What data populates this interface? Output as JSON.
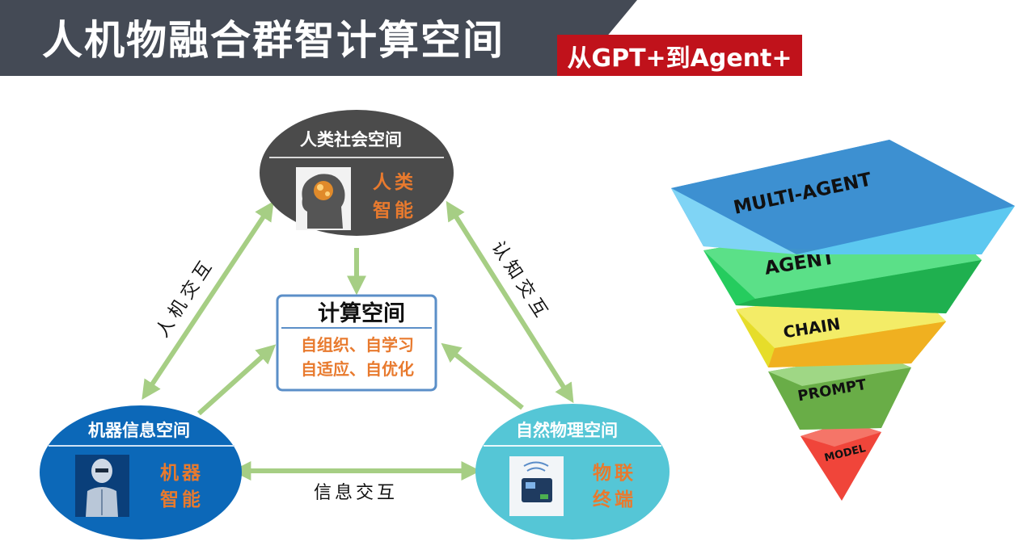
{
  "title": "人机物融合群智计算空间",
  "subtitle": "从GPT+到Agent+",
  "colors": {
    "header_dark": "#444a55",
    "badge_red": "#c0121b",
    "arrow_green": "#a6ce84",
    "human_node": "#4b4b4b",
    "machine_node": "#0c68b8",
    "physical_node": "#55c6d6",
    "accent_orange": "#e87a2e",
    "compute_border": "#5b8fc8"
  },
  "nodes": {
    "human": {
      "title": "人类社会空间",
      "label_line1": "人类",
      "label_line2": "智能",
      "icon": "brain-head-icon"
    },
    "machine": {
      "title": "机器信息空间",
      "label_line1": "机器",
      "label_line2": "智能",
      "icon": "robot-icon"
    },
    "physical": {
      "title": "自然物理空间",
      "label_line1": "物联",
      "label_line2": "终端",
      "icon": "iot-device-icon"
    },
    "compute": {
      "title": "计算空间",
      "line1": "自组织、自学习",
      "line2": "自适应、自优化"
    }
  },
  "edges": {
    "human_machine": "人机交互",
    "human_physical": "认知交互",
    "machine_physical": "信息交互"
  },
  "pyramid": {
    "layers": [
      {
        "label": "MULTI-AGENT",
        "color": "#2f95e0"
      },
      {
        "label": "AGENT",
        "color": "#25cc5e"
      },
      {
        "label": "CHAIN",
        "color": "#e6dd2a"
      },
      {
        "label": "PROMPT",
        "color": "#7fc35a"
      },
      {
        "label": "MODEL",
        "color": "#f0453a"
      }
    ]
  }
}
